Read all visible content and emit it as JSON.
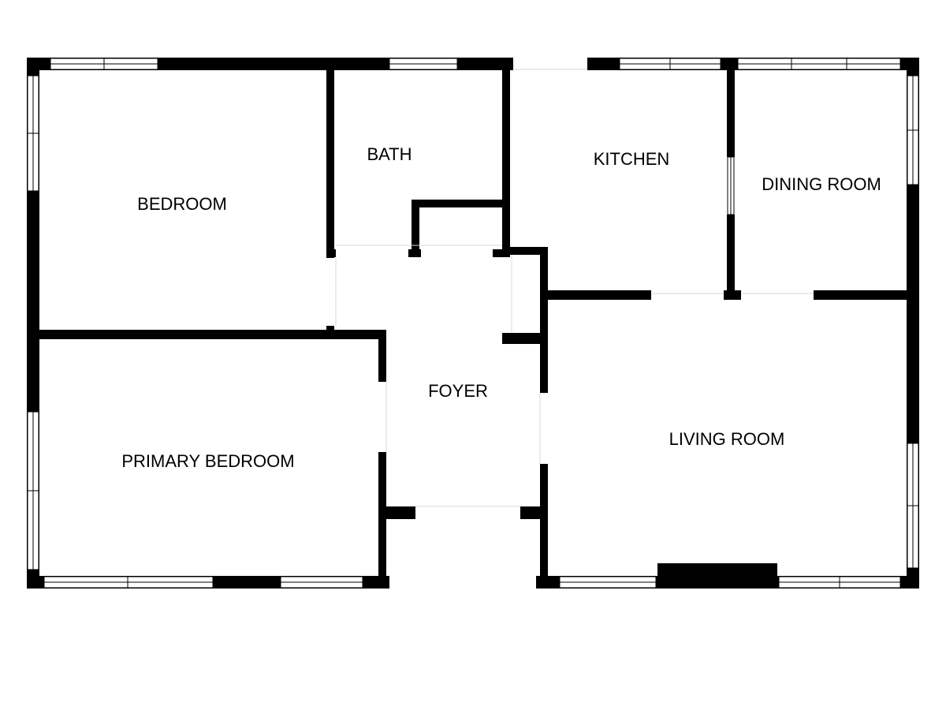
{
  "plan": {
    "rooms": {
      "bedroom": "BEDROOM",
      "bath": "BATH",
      "kitchen": "KITCHEN",
      "dining_room": "DINING ROOM",
      "foyer": "FOYER",
      "primary_bedroom": "PRIMARY BEDROOM",
      "living_room": "LIVING ROOM"
    },
    "colors": {
      "wall": "#000000",
      "background": "#ffffff"
    }
  }
}
